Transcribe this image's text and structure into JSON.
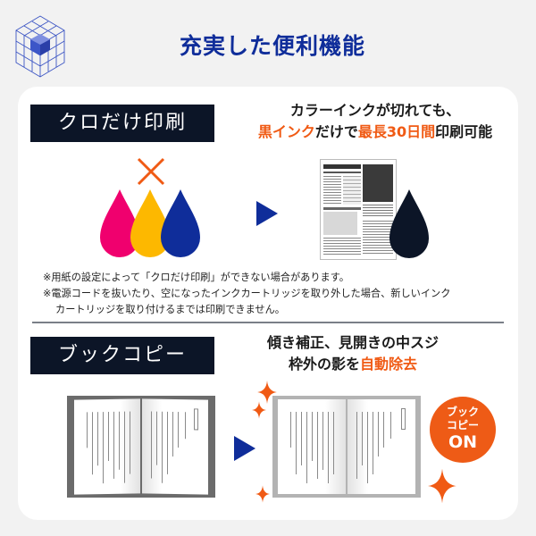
{
  "header": {
    "title": "充実した便利機能",
    "logo_icon": "isometric-cube-grid-icon"
  },
  "sections": [
    {
      "label": "クロだけ印刷",
      "headline": {
        "line1": "カラーインクが切れても、",
        "line2_parts": [
          {
            "text": "黒インク",
            "accent": true
          },
          {
            "text": "だけで",
            "accent": false
          },
          {
            "text": "最長30日間",
            "accent": true
          },
          {
            "text": "印刷可能",
            "accent": false
          }
        ]
      },
      "illustration": {
        "cross_mark_color": "#f05a14",
        "color_drops": [
          "#f0006e",
          "#fdb800",
          "#0f2d9a"
        ],
        "black_drop": "#0c1527",
        "document_icon": "printed-document-icon"
      },
      "notes": [
        "※用紙の設定によって「クロだけ印刷」ができない場合があります。",
        "※電源コードを抜いたり、空になったインクカートリッジを取り外した場合、新しいインク",
        "カートリッジを取り付けるまでは印刷できません。"
      ]
    },
    {
      "label": "ブックコピー",
      "headline": {
        "line1": "傾き補正、見開きの中スジ",
        "line2_parts": [
          {
            "text": "枠外の影を",
            "accent": false
          },
          {
            "text": "自動除去",
            "accent": true
          }
        ]
      },
      "badge": {
        "line1": "ブック",
        "line2": "コピー",
        "line3": "ON",
        "color": "#ee5b16"
      }
    }
  ],
  "colors": {
    "brand_blue": "#0f2d9a",
    "accent_orange": "#f05a14",
    "label_bg": "#0c1527",
    "page_bg": "#f2f2f2"
  }
}
